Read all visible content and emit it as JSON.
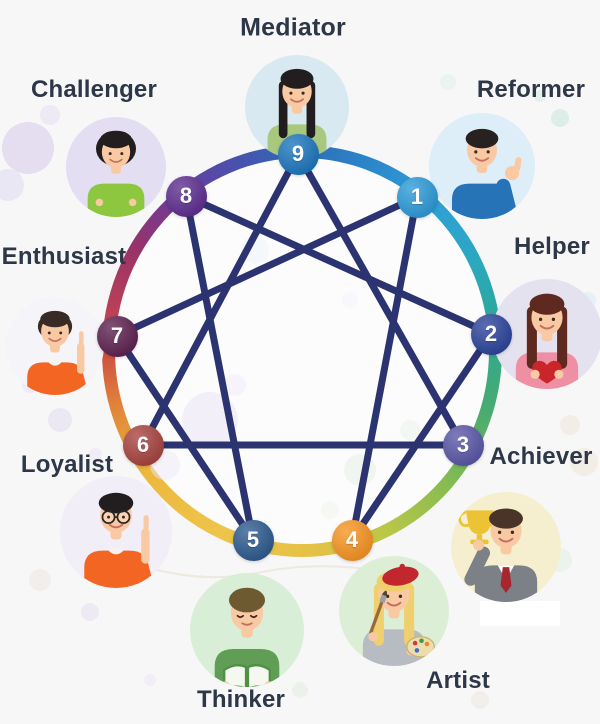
{
  "diagram": {
    "name": "Enneagram personality types",
    "line_color": "#2b3470",
    "label_color": "#2d3748",
    "ring_gradient": [
      {
        "angle": 0,
        "color": "#2f6db8"
      },
      {
        "angle": 20,
        "color": "#2b86c9"
      },
      {
        "angle": 40,
        "color": "#2f9fd8"
      },
      {
        "angle": 62,
        "color": "#2ba8c0"
      },
      {
        "angle": 84,
        "color": "#2da795"
      },
      {
        "angle": 108,
        "color": "#49ab70"
      },
      {
        "angle": 132,
        "color": "#85bb51"
      },
      {
        "angle": 156,
        "color": "#bcc747"
      },
      {
        "angle": 176,
        "color": "#e4c245"
      },
      {
        "angle": 205,
        "color": "#eec44a"
      },
      {
        "angle": 232,
        "color": "#ecb83e"
      },
      {
        "angle": 254,
        "color": "#e0823a"
      },
      {
        "angle": 268,
        "color": "#d05440"
      },
      {
        "angle": 283,
        "color": "#b93f58"
      },
      {
        "angle": 302,
        "color": "#97336a"
      },
      {
        "angle": 322,
        "color": "#6a3d9d"
      },
      {
        "angle": 342,
        "color": "#4753ae"
      },
      {
        "angle": 360,
        "color": "#2f6db8"
      }
    ],
    "connections": [
      [
        "9",
        "3"
      ],
      [
        "3",
        "6"
      ],
      [
        "6",
        "9"
      ],
      [
        "1",
        "4"
      ],
      [
        "4",
        "2"
      ],
      [
        "2",
        "8"
      ],
      [
        "8",
        "5"
      ],
      [
        "5",
        "7"
      ],
      [
        "7",
        "1"
      ]
    ],
    "types": [
      {
        "number": "9",
        "label": "Mediator",
        "badge_color": "#1c76bd",
        "avatar": {
          "bg": "#d8e9f2",
          "hair": "#221e1f",
          "shirt": "#a9c87f",
          "skin": "#f9c9a3"
        }
      },
      {
        "number": "1",
        "label": "Reformer",
        "badge_color": "#2d9ad8",
        "avatar": {
          "bg": "#ddeef8",
          "hair": "#27211f",
          "shirt": "#2673b8",
          "skin": "#f9c9a3"
        }
      },
      {
        "number": "2",
        "label": "Helper",
        "badge_color": "#2c449c",
        "avatar": {
          "bg": "#e4e2ef",
          "hair": "#5e2a20",
          "shirt": "#ef8fa4",
          "skin": "#f9c9a3",
          "prop_color": "#c9252b"
        }
      },
      {
        "number": "3",
        "label": "Achiever",
        "badge_color": "#5a57a7",
        "avatar": {
          "bg": "#f6efcf",
          "hair": "#4a342a",
          "shirt": "#7c8087",
          "skin": "#f9c9a3",
          "prop_color": "#ecc335"
        }
      },
      {
        "number": "4",
        "label": "Artist",
        "badge_color": "#f79422",
        "avatar": {
          "bg": "#dcefd6",
          "hair": "#f0cf6e",
          "shirt": "#b7bcc3",
          "skin": "#f9c9a3",
          "prop_color": "#c1272d"
        }
      },
      {
        "number": "5",
        "label": "Thinker",
        "badge_color": "#2d5b8f",
        "avatar": {
          "bg": "#d9eed7",
          "hair": "#6e5a31",
          "shirt": "#5f9e54",
          "skin": "#f9c9a3",
          "prop_color": "#4f8f46"
        }
      },
      {
        "number": "6",
        "label": "Loyalist",
        "badge_color": "#a8433f",
        "avatar": {
          "bg": "#f1eef7",
          "hair": "#221d1e",
          "shirt": "#f26522",
          "skin": "#f9c9a3"
        }
      },
      {
        "number": "7",
        "label": "Enthusiast",
        "badge_color": "#5e2150",
        "avatar": {
          "bg": "#f5f4f8",
          "hair": "#382a24",
          "shirt": "#f26522",
          "skin": "#f9c9a3"
        }
      },
      {
        "number": "8",
        "label": "Challenger",
        "badge_color": "#5d2e90",
        "avatar": {
          "bg": "#e3def1",
          "hair": "#221d1e",
          "shirt": "#8dc63f",
          "skin": "#f9c9a3"
        }
      }
    ]
  }
}
